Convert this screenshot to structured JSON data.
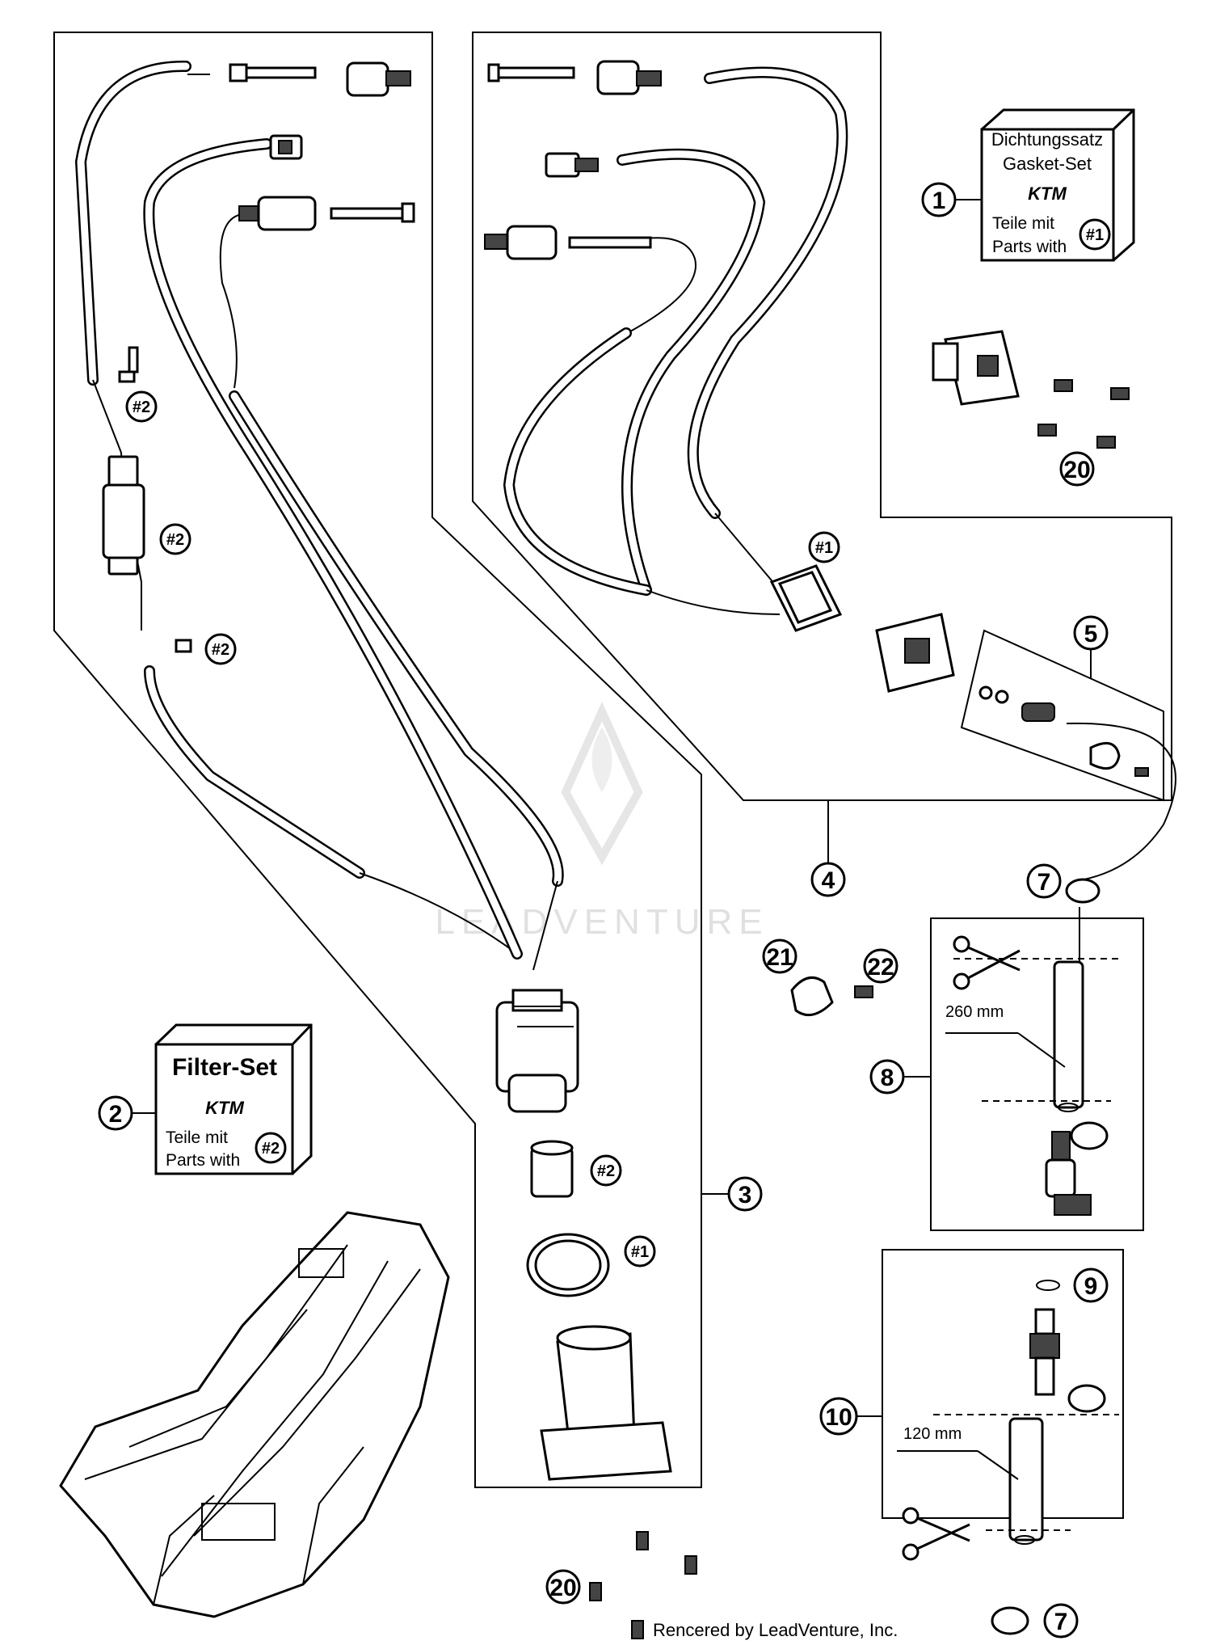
{
  "diagram": {
    "callouts": {
      "c1": "1",
      "c2": "2",
      "c3": "3",
      "c4": "4",
      "c5": "5",
      "c7a": "7",
      "c7b": "7",
      "c8": "8",
      "c9": "9",
      "c10": "10",
      "c20a": "20",
      "c20b": "20",
      "c21": "21",
      "c22": "22"
    },
    "refs": {
      "r2a": "#2",
      "r2b": "#2",
      "r2c": "#2",
      "r2d": "#2",
      "r1a": "#1",
      "r1b": "#1",
      "r1kit": "#1",
      "r2kit": "#2"
    },
    "gasket_set": {
      "title_de": "Dichtungssatz",
      "title_en": "Gasket-Set",
      "line1": "Teile mit",
      "line2": "Parts with"
    },
    "filter_set": {
      "title": "Filter-Set",
      "line1": "Teile mit",
      "line2": "Parts with"
    },
    "brand_logo": "KTM",
    "dimensions": {
      "hose_long": "260 mm",
      "hose_short": "120 mm"
    },
    "watermark": "LEADVENTURE",
    "footer": "Rencered by LeadVenture, Inc."
  }
}
